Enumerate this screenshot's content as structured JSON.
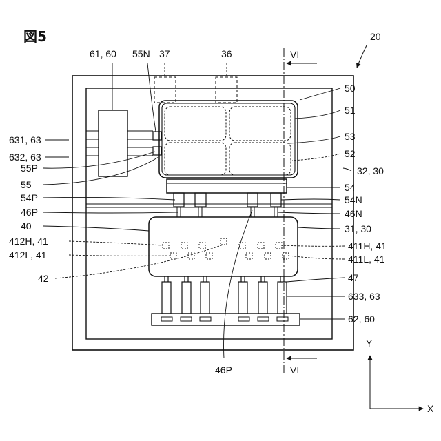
{
  "figure": {
    "title": "図5",
    "ref_main": "20"
  },
  "labels": {
    "l_61_60": "61, 60",
    "l_55N": "55N",
    "l_37": "37",
    "l_36": "36",
    "l_VI_top": "VI",
    "l_50": "50",
    "l_51": "51",
    "l_53": "53",
    "l_52": "52",
    "l_32_30": "32, 30",
    "l_631_63": "631, 63",
    "l_632_63": "632, 63",
    "l_55P": "55P",
    "l_55": "55",
    "l_54": "54",
    "l_54P": "54P",
    "l_54N": "54N",
    "l_46P_left": "46P",
    "l_46N": "46N",
    "l_40": "40",
    "l_31_30": "31, 30",
    "l_412H_41": "412H, 41",
    "l_412L_41": "412L, 41",
    "l_411H_41": "411H, 41",
    "l_411L_41": "411L, 41",
    "l_42": "42",
    "l_47": "47",
    "l_633_63": "633, 63",
    "l_62_60": "62, 60",
    "l_46P_bottom": "46P",
    "l_VI_bottom": "VI"
  },
  "axes": {
    "y": "Y",
    "x": "X"
  },
  "colors": {
    "line": "#111111",
    "background": "#ffffff"
  }
}
